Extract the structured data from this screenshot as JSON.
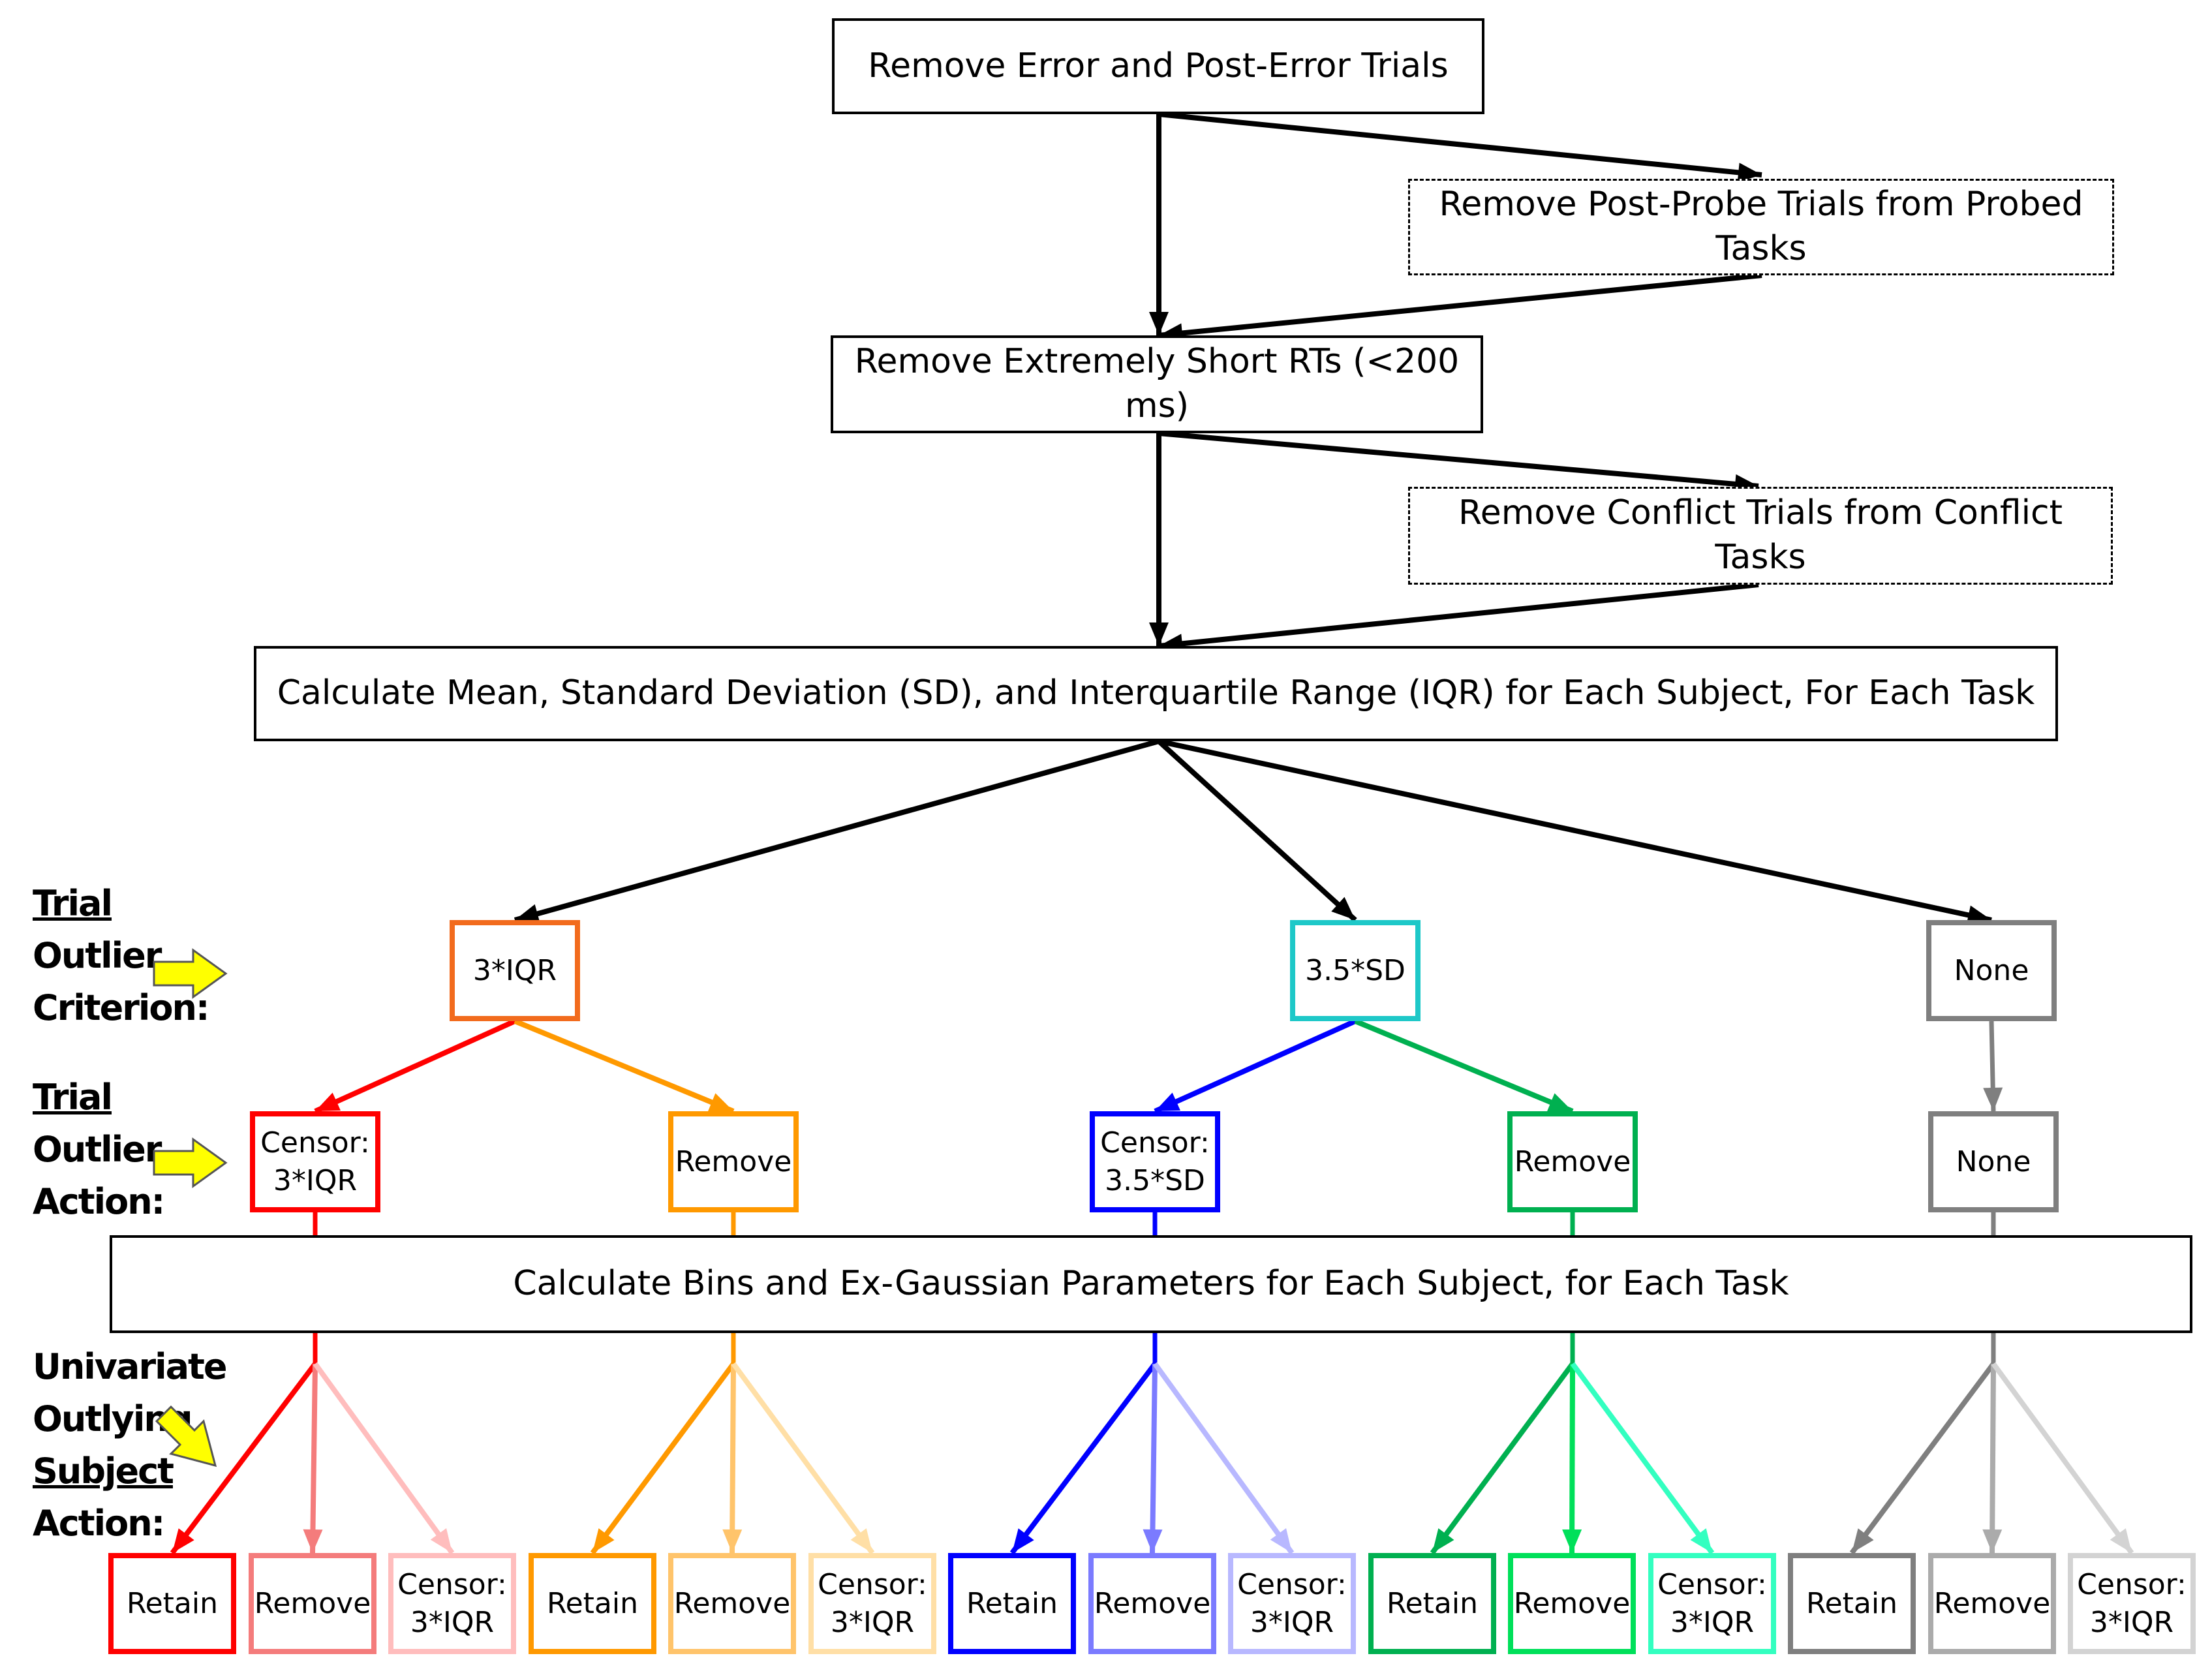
{
  "steps": {
    "remove_errors": "Remove Error and Post-Error Trials",
    "remove_post_probe": "Remove Post-Probe Trials from Probed Tasks",
    "remove_short_rts": "Remove Extremely Short RTs (<200 ms)",
    "remove_conflict": "Remove Conflict Trials from Conflict Tasks",
    "calculate_stats": "Calculate Mean, Standard Deviation (SD), and Interquartile Range (IQR) for Each Subject, For Each Task",
    "calculate_bins": "Calculate Bins and Ex-Gaussian Parameters for Each Subject, for Each Task"
  },
  "labels": {
    "criterion": [
      "Trial",
      "Outlier",
      "Criterion:"
    ],
    "action": [
      "Trial",
      "Outlier",
      "Action:"
    ],
    "subject": [
      "Univariate",
      "Outlying",
      "Subject",
      "Action:"
    ]
  },
  "criteria": [
    {
      "label": "3*IQR",
      "color": "#F26B1D"
    },
    {
      "label": "3.5*SD",
      "color": "#1EC8C8"
    },
    {
      "label": "None",
      "color": "#7F7F7F"
    }
  ],
  "trial_actions": [
    {
      "label": "Censor:\n3*IQR",
      "color": "#FF0000"
    },
    {
      "label": "Remove",
      "color": "#FF9900"
    },
    {
      "label": "Censor:\n3.5*SD",
      "color": "#0000FF"
    },
    {
      "label": "Remove",
      "color": "#00B050"
    },
    {
      "label": "None",
      "color": "#7F7F7F"
    }
  ],
  "subject_actions": [
    {
      "label": "Retain",
      "color": "#FF0000"
    },
    {
      "label": "Remove",
      "color": "#F47C7C"
    },
    {
      "label": "Censor:\n3*IQR",
      "color": "#FFBDBD"
    },
    {
      "label": "Retain",
      "color": "#FF9900"
    },
    {
      "label": "Remove",
      "color": "#FFC46B"
    },
    {
      "label": "Censor:\n3*IQR",
      "color": "#FFDFA6"
    },
    {
      "label": "Retain",
      "color": "#0000FF"
    },
    {
      "label": "Remove",
      "color": "#7B7BFF"
    },
    {
      "label": "Censor:\n3*IQR",
      "color": "#B8B8FF"
    },
    {
      "label": "Retain",
      "color": "#00B050"
    },
    {
      "label": "Remove",
      "color": "#00E05A"
    },
    {
      "label": "Censor:\n3*IQR",
      "color": "#33FFC0"
    },
    {
      "label": "Retain",
      "color": "#7F7F7F"
    },
    {
      "label": "Remove",
      "color": "#ABABAB"
    },
    {
      "label": "Censor:\n3*IQR",
      "color": "#D3D3D3"
    }
  ],
  "colors": {
    "flow_arrows": "#000000",
    "pointer_arrow_fill": "#FFFF00",
    "pointer_arrow_stroke": "#555555"
  }
}
